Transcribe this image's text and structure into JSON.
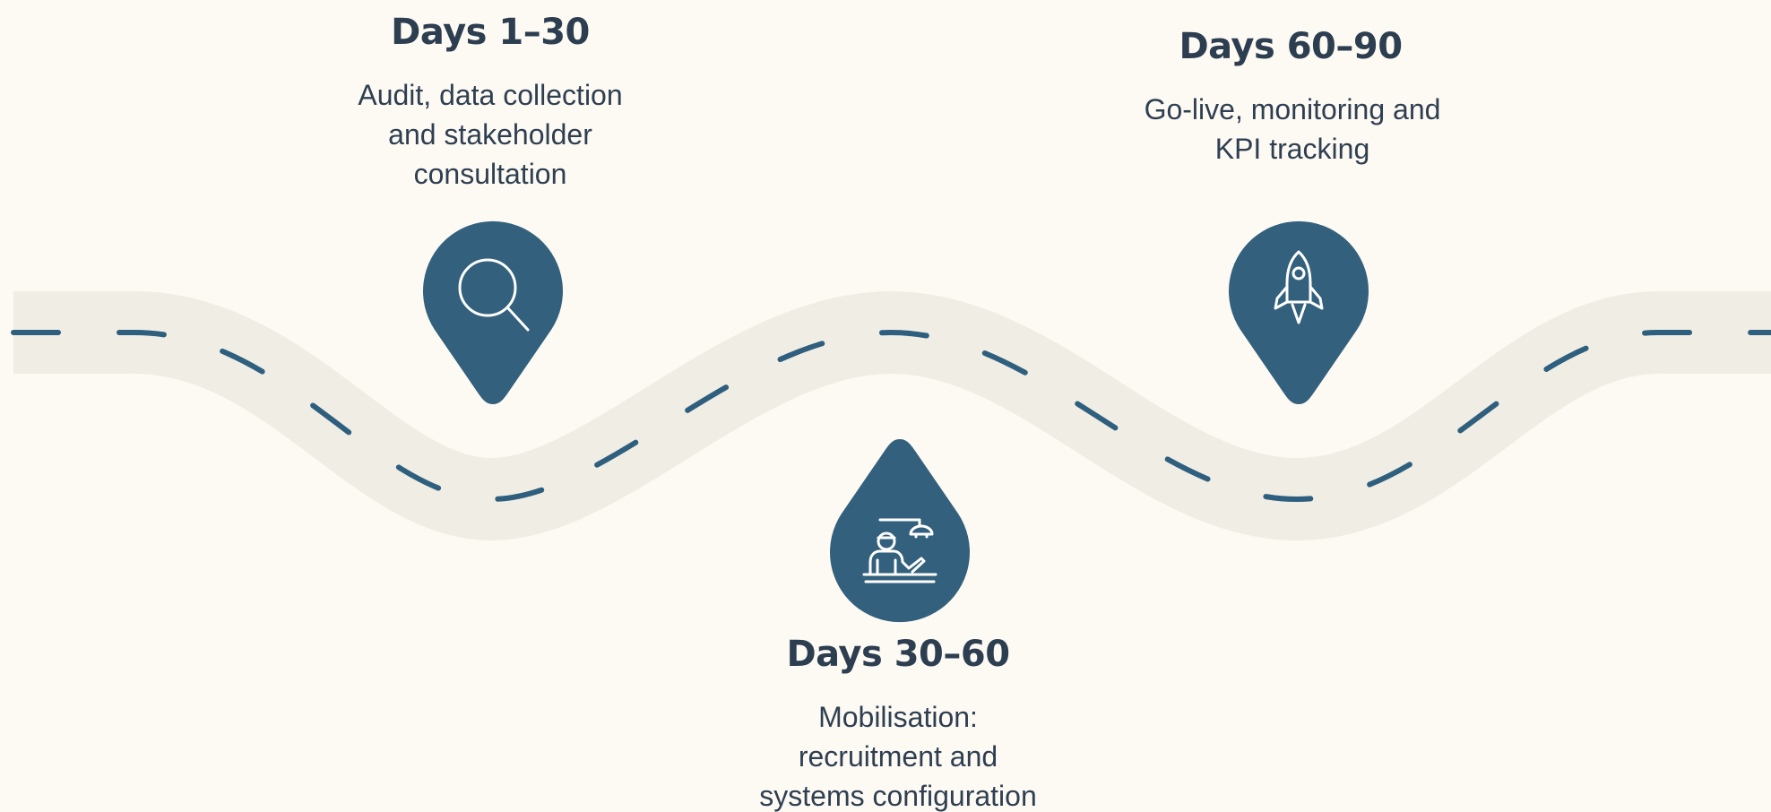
{
  "colors": {
    "background": "#FDFAF3",
    "road": "#F0EDE4",
    "dash": "#2F5F7E",
    "pin": "#33607D",
    "heading": "#2C3E50",
    "body_text": "#2F3F52",
    "icon_stroke": "#FFFFFF"
  },
  "milestones": [
    {
      "title": "Days 1–30",
      "description_lines": [
        "Audit, data collection",
        "and stakeholder",
        "consultation"
      ],
      "icon": "magnifying-glass-icon"
    },
    {
      "title": "Days 30–60",
      "description_lines": [
        "Mobilisation:",
        "recruitment and",
        "systems configuration"
      ],
      "icon": "person-at-desk-with-lamp-icon"
    },
    {
      "title": "Days 60–90",
      "description_lines": [
        "Go-live, monitoring and",
        "KPI tracking"
      ],
      "icon": "rocket-icon"
    }
  ]
}
